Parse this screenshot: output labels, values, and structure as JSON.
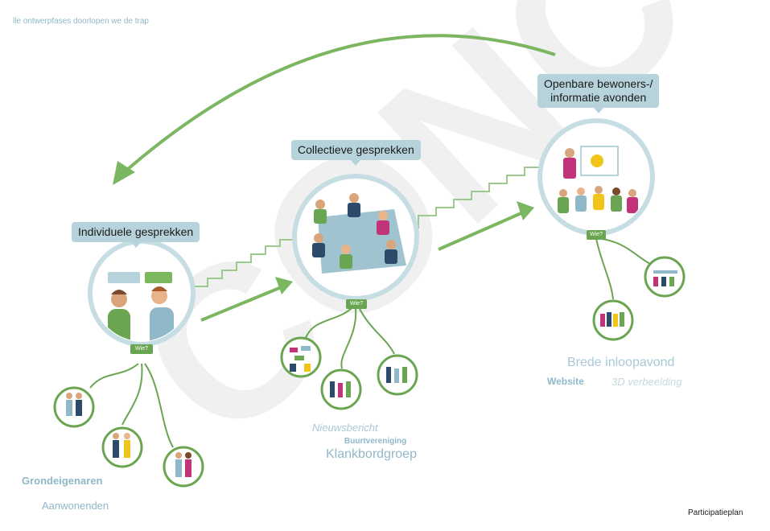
{
  "header": {
    "text": "lle ontwerpfases doorlopen we de trap"
  },
  "footer": {
    "text": "Participatieplan"
  },
  "watermark": {
    "text": "CONC"
  },
  "stages": {
    "individual": {
      "title": "Individuele gesprekken",
      "badge": "Wie?",
      "labels": {
        "landowners": "Grondeigenaren",
        "residents": "Aanwonenden"
      }
    },
    "collective": {
      "title": "Collectieve gesprekken",
      "badge": "Wie?",
      "labels": {
        "news": "Nieuwsbericht",
        "association": "Buurtvereniging",
        "soundboard": "Klankbordgroep"
      }
    },
    "public": {
      "title_line1": "Openbare bewoners-/",
      "title_line2": "informatie avonden",
      "badge": "Wie?",
      "labels": {
        "walkin": "Brede inloopavond",
        "website": "Website",
        "visual": "3D verbeelding"
      }
    }
  },
  "colors": {
    "green": "#7bb661",
    "dark_green": "#5e9c46",
    "ring": "#c7dde4",
    "stair": "#9cc98c",
    "label_blue": "#8fb8c9",
    "bubble": "#b6d3dc",
    "watermark": "#f0f0f0"
  }
}
